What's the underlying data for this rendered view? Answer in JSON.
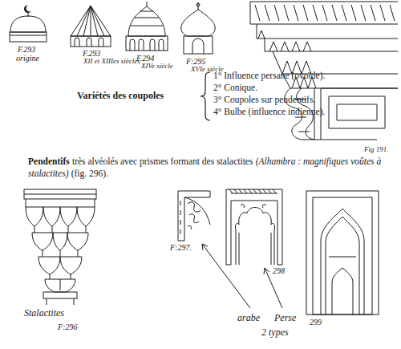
{
  "diagram": {
    "labels": [
      "F.293",
      "origine",
      "F.293",
      "XII et XIIIes siècles",
      "F.294",
      "XIVe siècle",
      "F:295",
      "XVIe siècle",
      "Fig 191.",
      "Variétés des coupoles",
      "1° Influence persane (ovoïde).",
      "2° Conique.",
      "3° Coupoles sur pendentifs.",
      "4° Bulbe (influence indienne).",
      "Pendentifs",
      "très alvéolés avec prismes formant des stalactites",
      "(Alhambra : magnifiques voûtes à stalactites)",
      "(fig. 296).",
      "Stalactites",
      "F:296",
      "F:297.",
      "298",
      "299",
      "arabe",
      "Perse",
      "2 types"
    ]
  }
}
